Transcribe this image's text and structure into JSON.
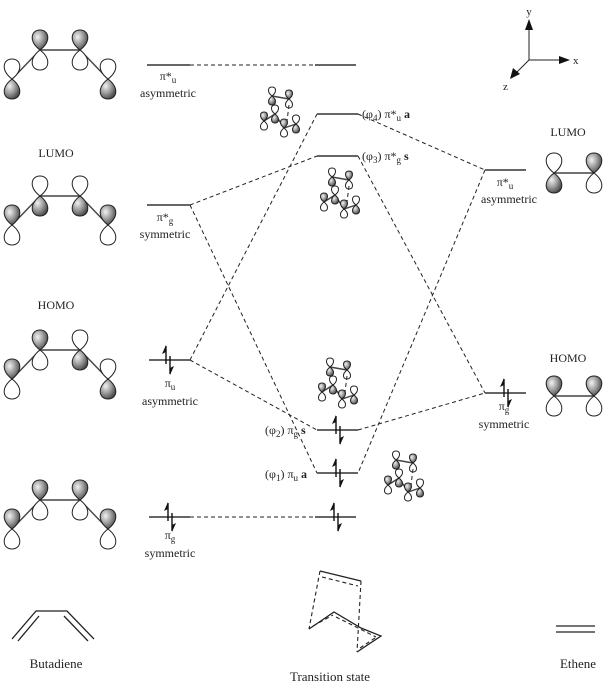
{
  "axes": {
    "x": "x",
    "y": "y",
    "z": "z"
  },
  "butadiene": {
    "name": "Butadiene",
    "orbitals": [
      {
        "id": "bd-pi-star-u",
        "symbol": "π*",
        "sub": "u",
        "symmetry": "asymmetric",
        "frontier": "",
        "phases": [
          "down",
          "up",
          "up",
          "down"
        ],
        "electrons": 0
      },
      {
        "id": "bd-pi-star-g",
        "symbol": "π*",
        "sub": "g",
        "symmetry": "symmetric",
        "frontier": "LUMO",
        "phases": [
          "up",
          "down",
          "down",
          "up"
        ],
        "electrons": 0
      },
      {
        "id": "bd-pi-u",
        "symbol": "π",
        "sub": "u",
        "symmetry": "asymmetric",
        "frontier": "HOMO",
        "phases": [
          "up",
          "up",
          "down",
          "down"
        ],
        "electrons": 2
      },
      {
        "id": "bd-pi-g",
        "symbol": "π",
        "sub": "g",
        "symmetry": "symmetric",
        "frontier": "",
        "phases": [
          "up",
          "up",
          "up",
          "up"
        ],
        "electrons": 2
      }
    ]
  },
  "transition_state": {
    "name": "Transition state",
    "orbitals": [
      {
        "id": "ts-phi4",
        "index": "4",
        "symbol": "π*",
        "sub": "u",
        "symmetry_letter": "a",
        "electrons": 0
      },
      {
        "id": "ts-phi3",
        "index": "3",
        "symbol": "π*",
        "sub": "g",
        "symmetry_letter": "s",
        "electrons": 0
      },
      {
        "id": "ts-phi2",
        "index": "2",
        "symbol": "π",
        "sub": "g",
        "symmetry_letter": "s",
        "electrons": 2
      },
      {
        "id": "ts-phi1",
        "index": "1",
        "symbol": "π",
        "sub": "u",
        "symmetry_letter": "a",
        "electrons": 2
      }
    ],
    "phi_symbol": "φ"
  },
  "ethene": {
    "name": "Ethene",
    "orbitals": [
      {
        "id": "et-pi-star-u",
        "symbol": "π*",
        "sub": "u",
        "symmetry": "asymmetric",
        "frontier": "LUMO",
        "phases": [
          "down",
          "up"
        ],
        "electrons": 0
      },
      {
        "id": "et-pi-g",
        "symbol": "π",
        "sub": "g",
        "symmetry": "symmetric",
        "frontier": "HOMO",
        "phases": [
          "up",
          "up"
        ],
        "electrons": 2
      }
    ]
  }
}
